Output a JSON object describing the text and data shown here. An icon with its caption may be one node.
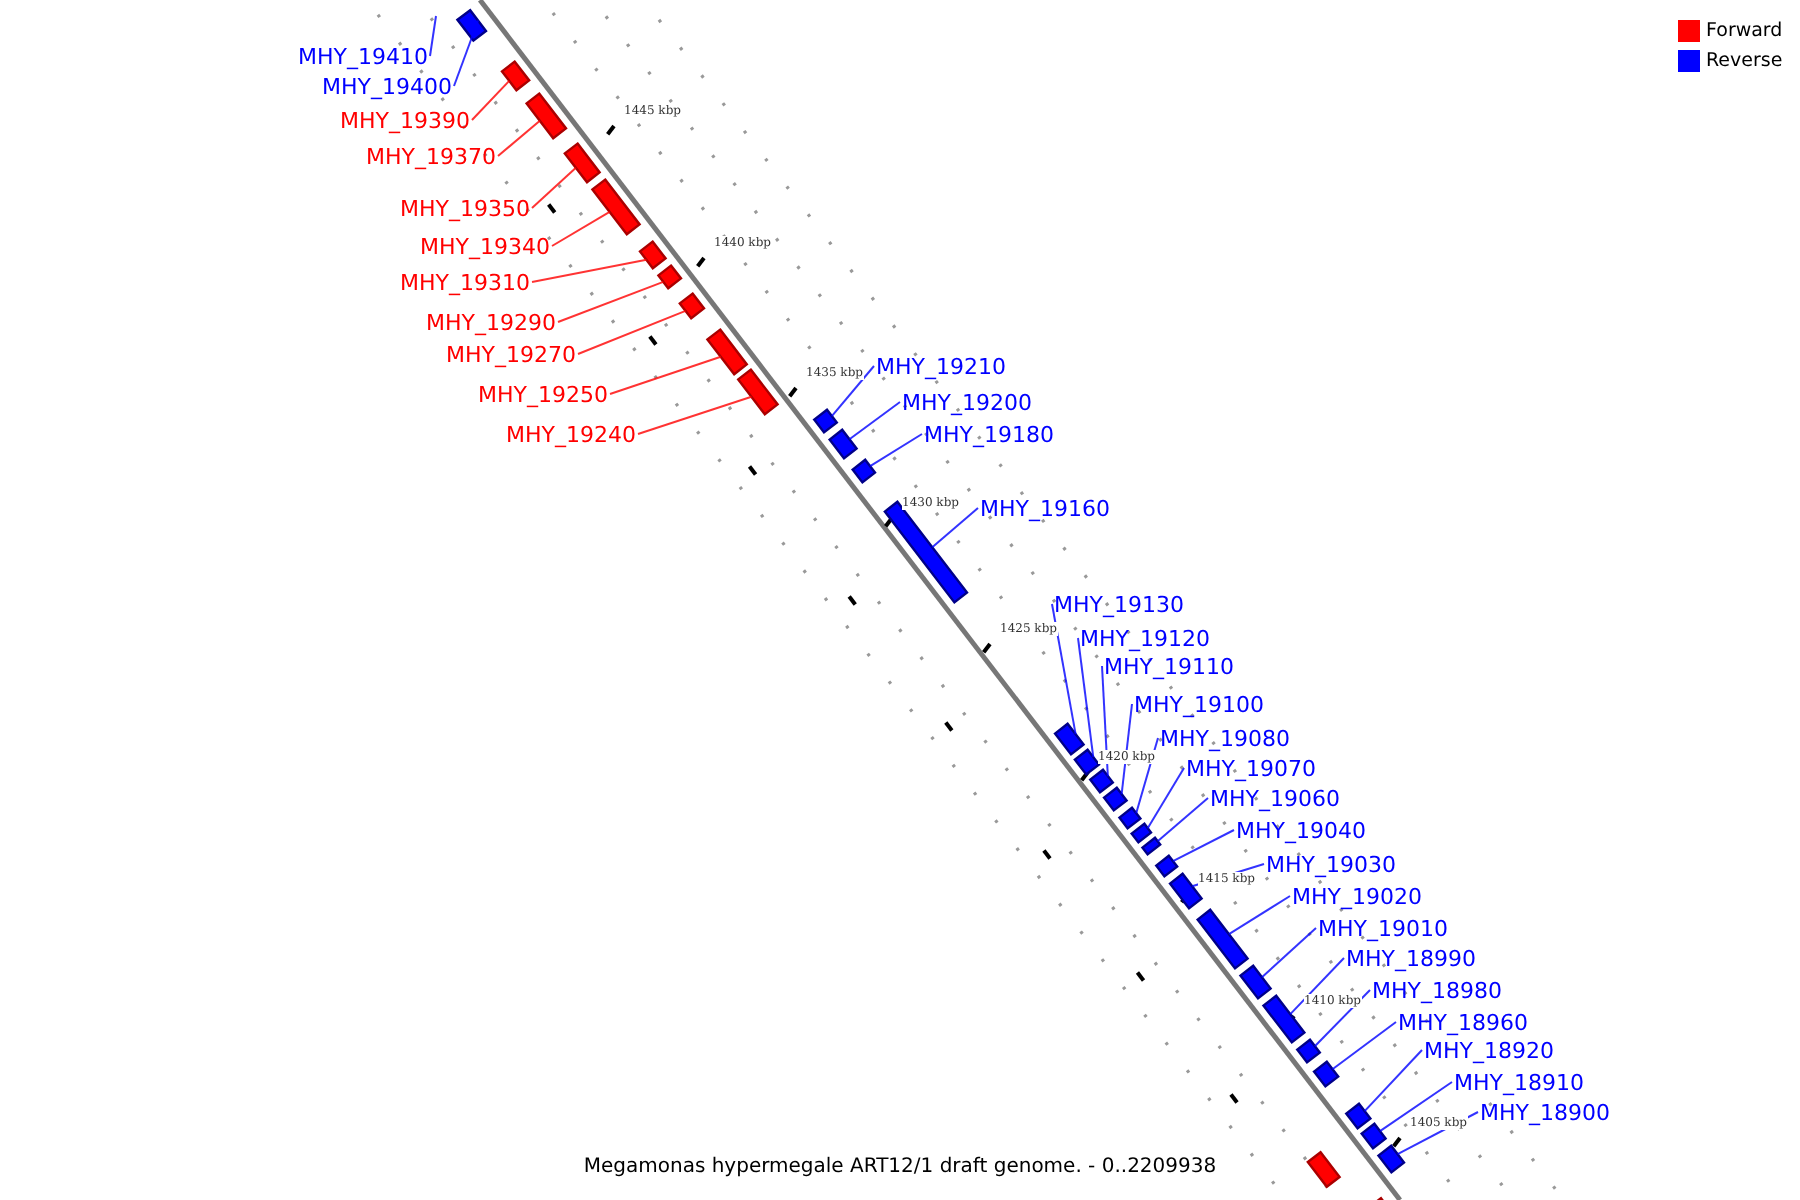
{
  "diagram": {
    "caption": "Megamonas hypermegale ART12/1 draft genome. - 0..2209938",
    "nodes": [
      {
        "text": [
          "MHY_19410"
        ]
      },
      {
        "text": [
          "MHY_19400"
        ]
      },
      {
        "text": [
          "MHY_19390"
        ]
      },
      {
        "text": [
          "MHY_19370"
        ]
      },
      {
        "text": [
          "MHY_19350"
        ]
      },
      {
        "text": [
          "MHY_19340"
        ]
      },
      {
        "text": [
          "MHY_19310"
        ]
      },
      {
        "text": [
          "MHY_19290"
        ]
      },
      {
        "text": [
          "MHY_19270"
        ]
      },
      {
        "text": [
          "MHY_19250"
        ]
      },
      {
        "text": [
          "MHY_19240"
        ]
      },
      {
        "text": [
          "MHY_19210"
        ]
      },
      {
        "text": [
          "MHY_19200"
        ]
      },
      {
        "text": [
          "MHY_19180"
        ]
      },
      {
        "text": [
          "MHY_19160"
        ]
      },
      {
        "text": [
          "MHY_19130"
        ]
      },
      {
        "text": [
          "MHY_19120"
        ]
      },
      {
        "text": [
          "MHY_19110"
        ]
      },
      {
        "text": [
          "MHY_19100"
        ]
      },
      {
        "text": [
          "MHY_19080"
        ]
      },
      {
        "text": [
          "MHY_19070"
        ]
      },
      {
        "text": [
          "MHY_19060"
        ]
      },
      {
        "text": [
          "MHY_19040"
        ]
      },
      {
        "text": [
          "MHY_19030"
        ]
      },
      {
        "text": [
          "MHY_19020"
        ]
      },
      {
        "text": [
          "MHY_19010"
        ]
      },
      {
        "text": [
          "MHY_18990"
        ]
      },
      {
        "text": [
          "MHY_18980"
        ]
      },
      {
        "text": [
          "MHY_18960"
        ]
      },
      {
        "text": [
          "MHY_18920"
        ]
      },
      {
        "text": [
          "MHY_18910"
        ]
      },
      {
        "text": [
          "MHY_18900"
        ]
      },
      {
        "text": [],
        "shape": "box"
      },
      {
        "text": [],
        "shape": "box"
      },
      {
        "text": [],
        "shape": "box"
      },
      {
        "text": [],
        "shape": "box"
      },
      {
        "text": [],
        "shape": "box"
      },
      {
        "text": [],
        "shape": "box"
      },
      {
        "text": [],
        "shape": "box"
      },
      {
        "text": [],
        "shape": "box"
      },
      {
        "text": [],
        "shape": "box"
      },
      {
        "text": [],
        "shape": "box"
      },
      {
        "text": [],
        "shape": "box"
      },
      {
        "text": [],
        "shape": "box"
      },
      {
        "text": [],
        "shape": "box"
      },
      {
        "text": [],
        "shape": "box"
      },
      {
        "text": [],
        "shape": "box"
      },
      {
        "text": [],
        "shape": "box"
      },
      {
        "text": [],
        "shape": "box"
      },
      {
        "text": [],
        "shape": "box"
      },
      {
        "text": [],
        "shape": "box"
      },
      {
        "text": [],
        "shape": "box"
      },
      {
        "text": [],
        "shape": "box"
      },
      {
        "text": [],
        "shape": "box"
      },
      {
        "text": [],
        "shape": "box"
      },
      {
        "text": [],
        "shape": "box"
      },
      {
        "text": [],
        "shape": "box"
      },
      {
        "text": [],
        "shape": "box"
      },
      {
        "text": [],
        "shape": "box"
      },
      {
        "text": [],
        "shape": "box"
      },
      {
        "text": [],
        "shape": "box"
      },
      {
        "text": [],
        "shape": "box"
      },
      {
        "text": [],
        "shape": "box"
      },
      {
        "text": [],
        "shape": "box"
      },
      {
        "text": [],
        "shape": "box"
      }
    ],
    "edges": [
      {
        "from": 0,
        "to": null,
        "arrow": "none"
      },
      {
        "from": 1,
        "to": 32,
        "arrow": "none"
      },
      {
        "from": 2,
        "to": 33,
        "arrow": "none",
        "color": "#ff0000"
      },
      {
        "from": 3,
        "to": 34,
        "arrow": "none",
        "color": "#ff0000"
      },
      {
        "from": 4,
        "to": 35,
        "arrow": "none",
        "color": "#ff0000"
      },
      {
        "from": 5,
        "to": 36,
        "arrow": "none",
        "color": "#ff0000"
      },
      {
        "from": 6,
        "to": 37,
        "arrow": "none",
        "color": "#ff0000"
      },
      {
        "from": 7,
        "to": 38,
        "arrow": "none",
        "color": "#ff0000"
      },
      {
        "from": 8,
        "to": 39,
        "arrow": "none",
        "color": "#ff0000"
      },
      {
        "from": 9,
        "to": 40,
        "arrow": "none",
        "color": "#ff0000"
      },
      {
        "from": 10,
        "to": 41,
        "arrow": "none",
        "color": "#ff0000"
      },
      {
        "from": 11,
        "to": 42,
        "arrow": "none"
      },
      {
        "from": 12,
        "to": 43,
        "arrow": "none"
      },
      {
        "from": 13,
        "to": 44,
        "arrow": "none"
      },
      {
        "from": 14,
        "to": 45,
        "arrow": "none"
      },
      {
        "from": 15,
        "to": 46,
        "arrow": "none"
      },
      {
        "from": 16,
        "to": 47,
        "arrow": "none"
      },
      {
        "from": 17,
        "to": 48,
        "arrow": "none"
      },
      {
        "from": 18,
        "to": 49,
        "arrow": "none"
      },
      {
        "from": 19,
        "to": 50,
        "arrow": "none"
      },
      {
        "from": 20,
        "to": 51,
        "arrow": "none"
      },
      {
        "from": 21,
        "to": 52,
        "arrow": "none"
      },
      {
        "from": 22,
        "to": 53,
        "arrow": "none"
      },
      {
        "from": 23,
        "to": 54,
        "arrow": "none"
      },
      {
        "from": 24,
        "to": 55,
        "arrow": "none"
      },
      {
        "from": 25,
        "to": 56,
        "arrow": "none"
      },
      {
        "from": 26,
        "to": 57,
        "arrow": "none"
      },
      {
        "from": 27,
        "to": 58,
        "arrow": "none"
      },
      {
        "from": 28,
        "to": 59,
        "arrow": "none"
      },
      {
        "from": 29,
        "to": 60,
        "arrow": "none"
      },
      {
        "from": 30,
        "to": 61,
        "arrow": "none"
      },
      {
        "from": 31,
        "to": 62,
        "arrow": "none"
      }
    ],
    "labels": [
      "1445 kbp",
      "1440 kbp",
      "1435 kbp",
      "1430 kbp",
      "1425 kbp",
      "1420 kbp",
      "1415 kbp",
      "1410 kbp",
      "1405 kbp"
    ],
    "legend": [
      {
        "text": "Forward",
        "color": "#ff0000"
      },
      {
        "text": "Reverse",
        "color": "#0000ff"
      }
    ]
  }
}
